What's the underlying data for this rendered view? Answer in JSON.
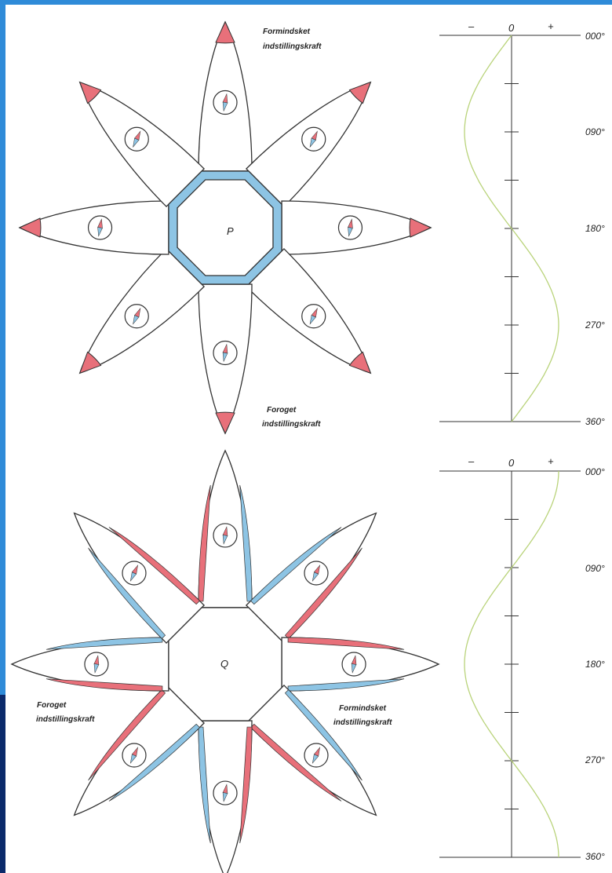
{
  "colors": {
    "frame_blue": "#2f8bd8",
    "frame_dark": "#0b2a6b",
    "panel_red": "#e8707a",
    "panel_blue": "#8dc4e4",
    "curve_green": "#b9d37a",
    "outline": "#333333"
  },
  "top_diagram": {
    "center_label": "P",
    "label_reduced": [
      "Formindsket",
      "indstillingskraft"
    ],
    "label_increased": [
      "Foroget",
      "indstillingskraft"
    ]
  },
  "bottom_diagram": {
    "center_label": "Q",
    "label_increased": [
      "Foroget",
      "indstillingskraft"
    ],
    "label_reduced": [
      "Formindsket",
      "indstillingskraft"
    ]
  },
  "graphs": [
    {
      "sign_minus": "–",
      "sign_zero": "0",
      "sign_plus": "+",
      "ticks": [
        "000°",
        "090°",
        "180°",
        "270°",
        "360°"
      ],
      "curve": "-sin"
    },
    {
      "sign_minus": "–",
      "sign_zero": "0",
      "sign_plus": "+",
      "ticks": [
        "000°",
        "090°",
        "180°",
        "270°",
        "360°"
      ],
      "curve": "cos"
    }
  ]
}
